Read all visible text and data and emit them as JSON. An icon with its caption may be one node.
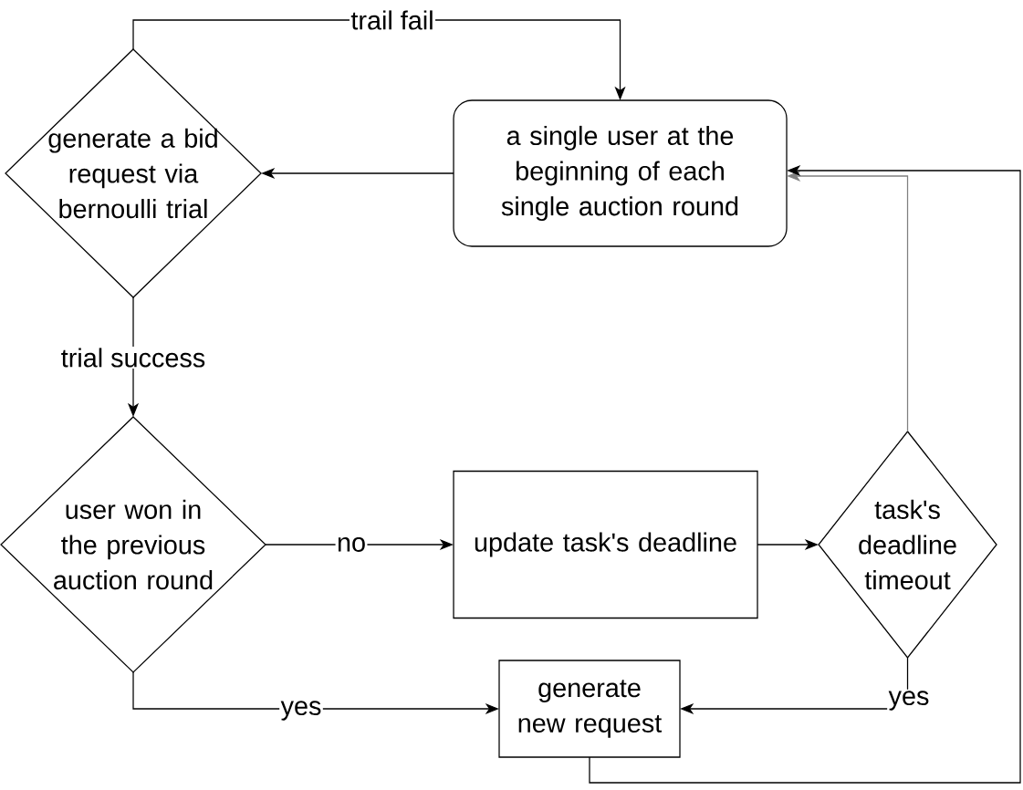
{
  "diagram": {
    "nodes": [
      {
        "text": [
          "a single user at the beginning of each single auction round"
        ]
      },
      {
        "text": [
          "generate a bid request via bernoulli trial"
        ]
      },
      {
        "text": [
          "user won in the previous auction round"
        ]
      },
      {
        "text": [
          "update task's deadline"
        ]
      },
      {
        "text": [
          "task's deadline timeout"
        ]
      },
      {
        "text": [
          "generate new request"
        ]
      }
    ],
    "edges": [
      {
        "from": 0,
        "to": 1,
        "arrow": "to"
      },
      {
        "from": 1,
        "to": 0,
        "arrow": "to",
        "label": "trail fail"
      },
      {
        "from": 1,
        "to": 2,
        "arrow": "to",
        "label": "trial success"
      },
      {
        "from": 2,
        "to": 3,
        "arrow": "to",
        "label": "no"
      },
      {
        "from": 3,
        "to": 4,
        "arrow": "to"
      },
      {
        "from": 4,
        "to": 0,
        "arrow": "to",
        "color": "#808080"
      },
      {
        "from": 4,
        "to": 5,
        "arrow": "to",
        "label": "yes"
      },
      {
        "from": 2,
        "to": 5,
        "arrow": "to",
        "label": "yes"
      },
      {
        "from": 5,
        "to": 0,
        "arrow": "to"
      }
    ]
  }
}
